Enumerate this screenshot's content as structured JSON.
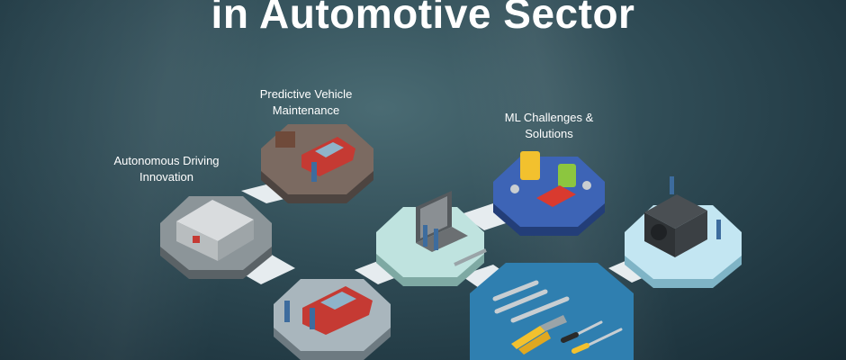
{
  "title": "in Automotive Sector",
  "labels": {
    "predictive": [
      "Predictive Vehicle",
      "Maintenance"
    ],
    "challenges": [
      "ML Challenges &",
      "Solutions"
    ],
    "autonomous": [
      "Autonomous Driving",
      "Innovation"
    ]
  },
  "colors": {
    "tile_brown": "#7b6a61",
    "tile_gray": "#8c9599",
    "tile_mint": "#bfe3df",
    "tile_blue": "#3d64b6",
    "tile_light_blue": "#c3e6f2",
    "tile_gray_bottom": "#a9b6bd",
    "tile_teal": "#2f7fb0",
    "car_red": "#c53a33"
  }
}
